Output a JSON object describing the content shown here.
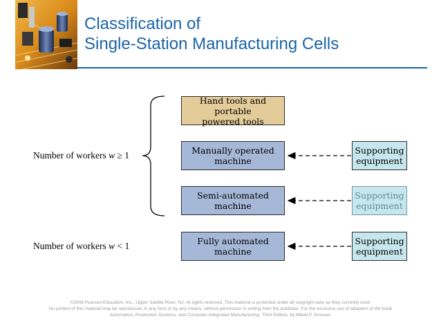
{
  "title": {
    "line1": "Classification of",
    "line2": "Single-Station Manufacturing Cells"
  },
  "diagram": {
    "boxes": [
      {
        "label": "Hand tools and portable\npowered tools",
        "color": "#e3cc99"
      },
      {
        "label": "Manually operated\nmachine",
        "color": "#a6b8d8"
      },
      {
        "label": "Semi-automated\nmachine",
        "color": "#a6b8d8"
      },
      {
        "label": "Fully automated\nmachine",
        "color": "#a6b8d8"
      }
    ],
    "support": [
      {
        "label": "Supporting\nequipment",
        "style": "solid"
      },
      {
        "label": "Supporting\nequipment",
        "style": "faded"
      },
      {
        "label": "Supporting\nequipment",
        "style": "solid"
      }
    ],
    "workers_ge": {
      "prefix": "Number of workers ",
      "var": "w",
      "rel": " ≥ 1"
    },
    "workers_lt": {
      "prefix": "Number of workers ",
      "var": "w",
      "rel": " < 1"
    }
  },
  "footer": {
    "line1": "©2008 Pearson Education, Inc., Upper Saddle River, NJ.  All rights reserved.  This material is protected under all copyright laws as they currently exist.",
    "line2": "No portion of this material may be reproduced, in any form or by any means, without permission in writing from the publisher.  For the exclusive use of adopters of the book",
    "line3_italic": "Automation, Production Systems, and Computer-Integrated Manufacturing,",
    "line3_rest": " Third Edition, by Mikell P. Groover."
  },
  "colors": {
    "title": "#1a63a8",
    "box_tan": "#e3cc99",
    "box_blue": "#a6b8d8",
    "support": "#c7e7ee"
  }
}
